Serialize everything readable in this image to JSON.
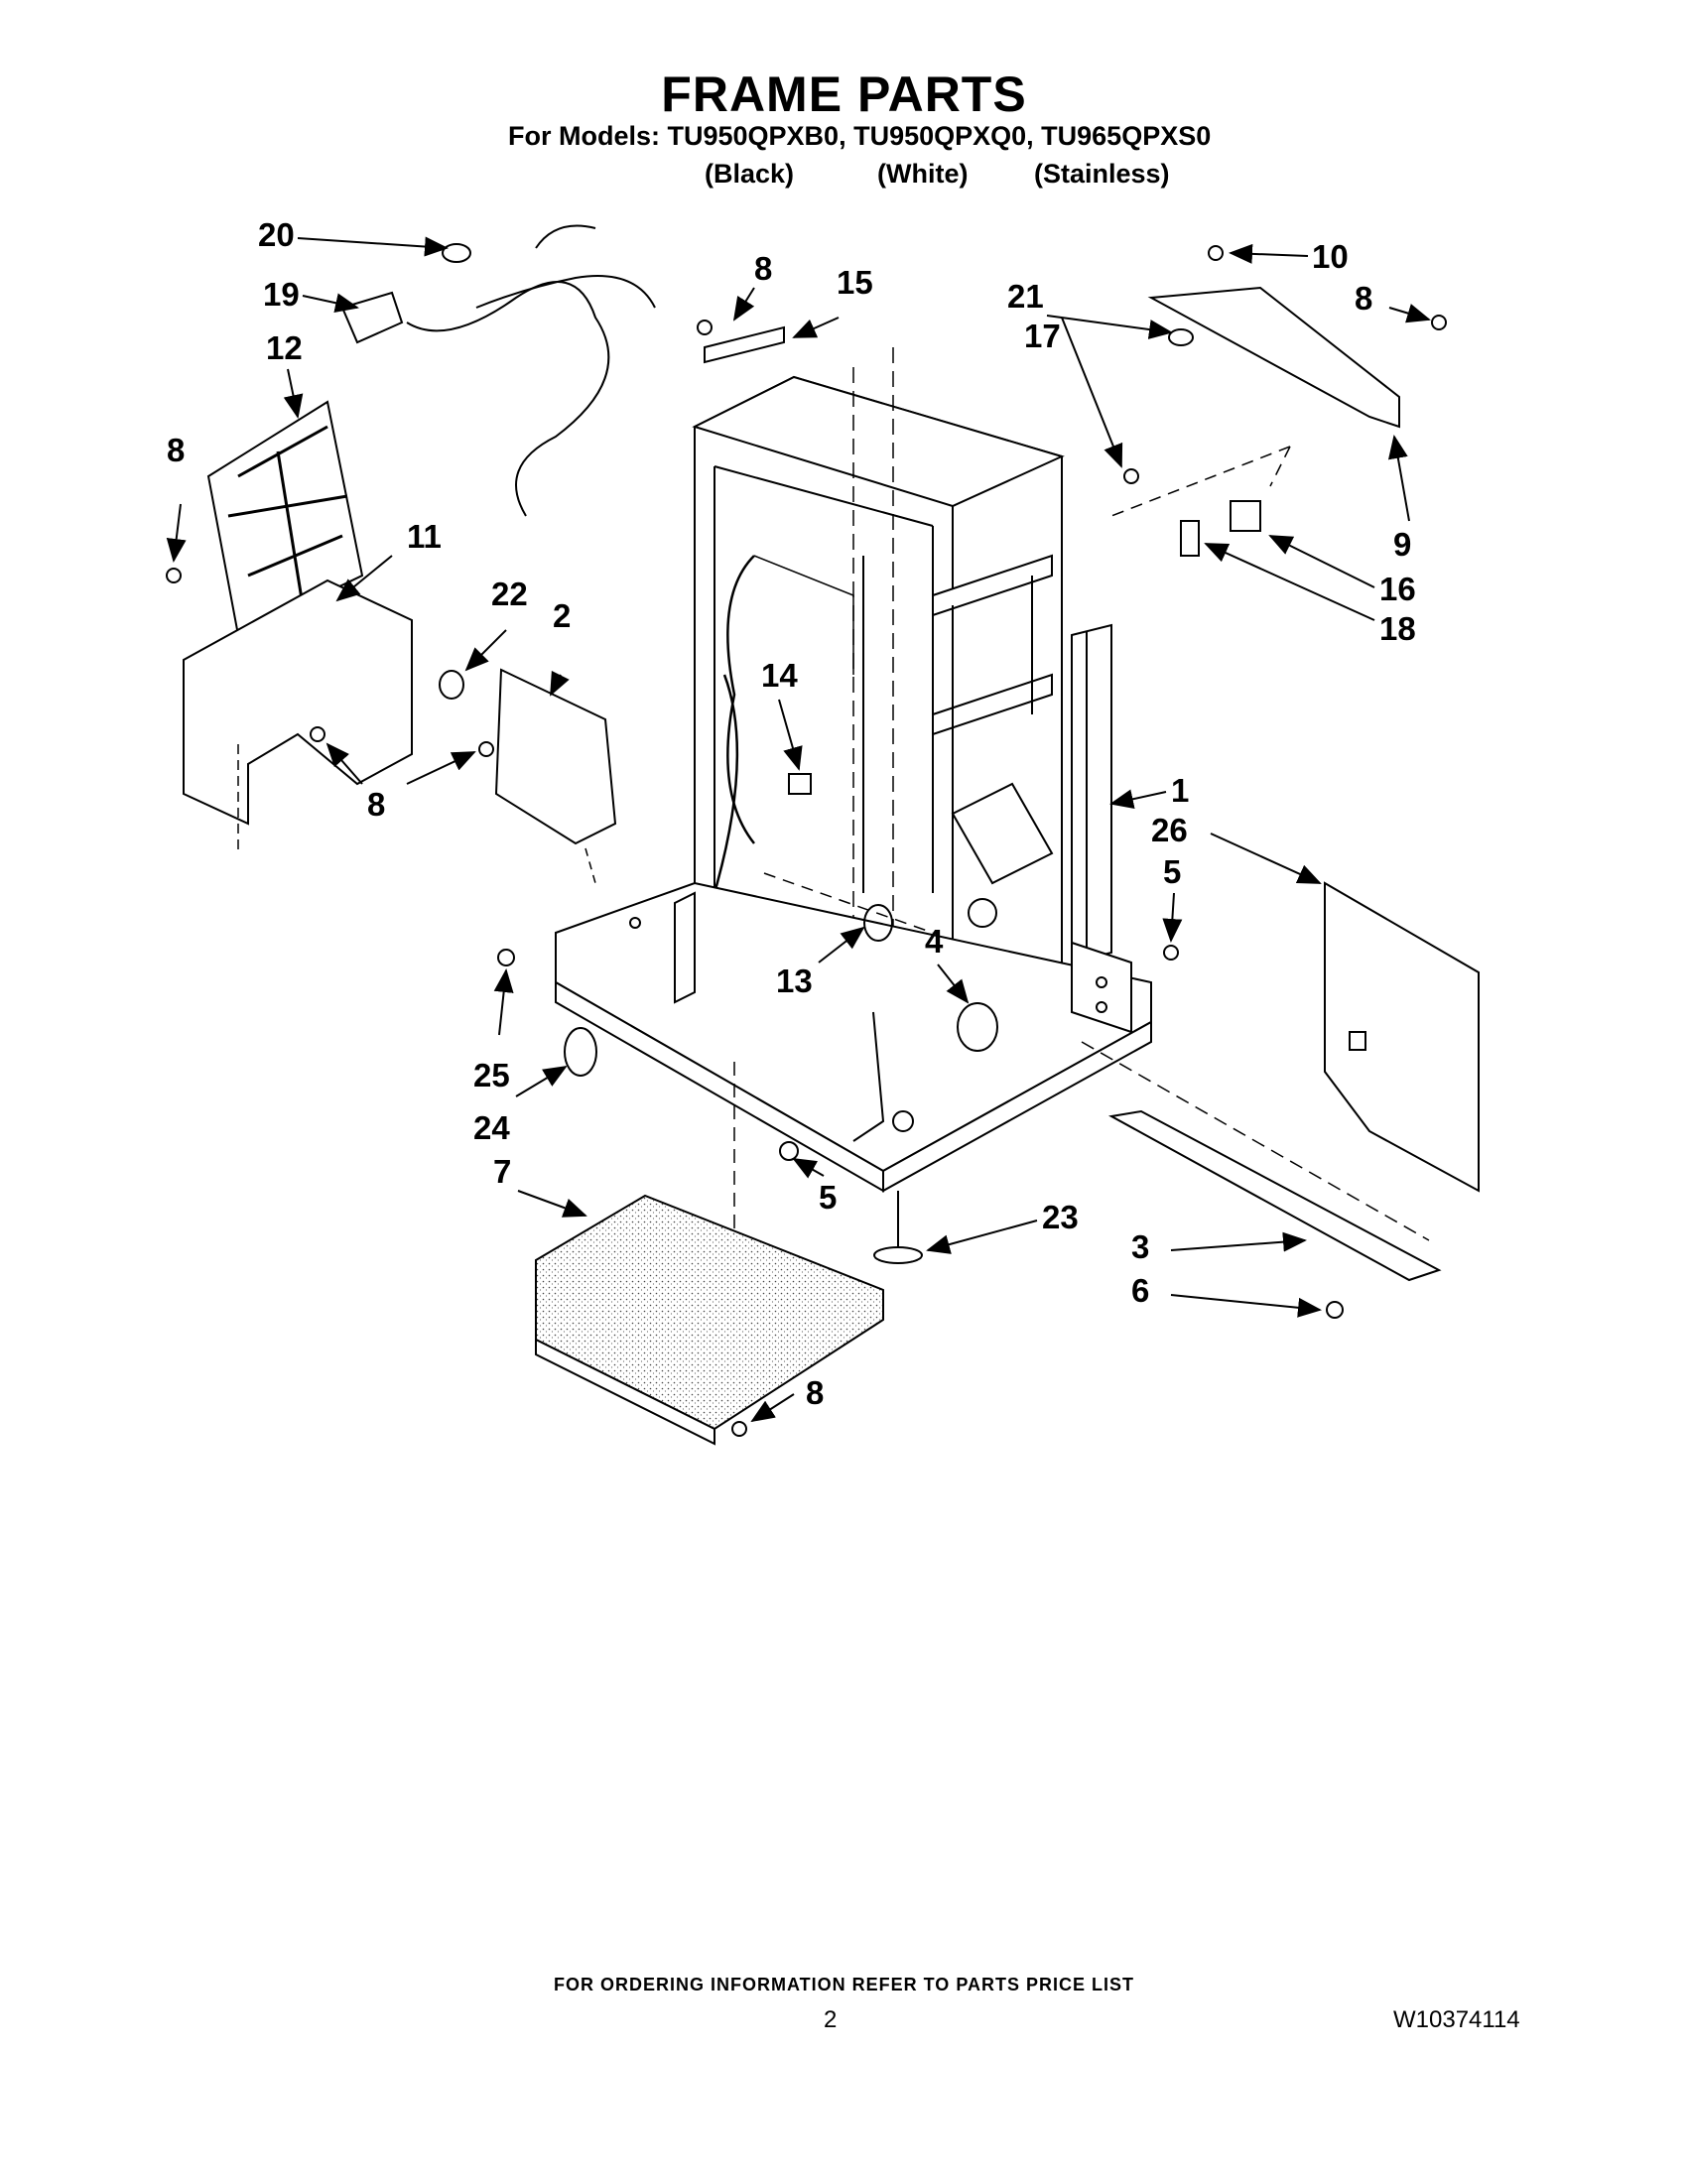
{
  "header": {
    "title": "FRAME PARTS",
    "models_line": "For Models: TU950QPXB0, TU950QPXQ0, TU965QPXS0",
    "colors": [
      "(Black)",
      "(White)",
      "(Stainless)"
    ]
  },
  "callouts": {
    "c1": "1",
    "c2": "2",
    "c3": "3",
    "c4": "4",
    "c5a": "5",
    "c5b": "5",
    "c6": "6",
    "c7": "7",
    "c8a": "8",
    "c8b": "8",
    "c8c": "8",
    "c8d": "8",
    "c8e": "8",
    "c9": "9",
    "c10": "10",
    "c11": "11",
    "c12": "12",
    "c13": "13",
    "c14": "14",
    "c15": "15",
    "c16": "16",
    "c17": "17",
    "c18": "18",
    "c19": "19",
    "c20": "20",
    "c21": "21",
    "c22": "22",
    "c23": "23",
    "c24": "24",
    "c25": "25",
    "c26": "26"
  },
  "footer": {
    "note": "FOR ORDERING INFORMATION REFER TO PARTS PRICE LIST",
    "page_number": "2",
    "doc_number": "W10374114"
  }
}
